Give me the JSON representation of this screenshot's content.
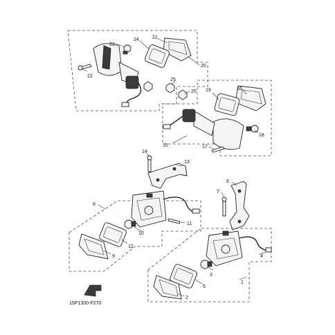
{
  "diagram": {
    "part_code": "15P1300-F270",
    "callouts": {
      "n1": "1",
      "n2": "2",
      "n3": "3",
      "n4": "4",
      "n5": "5",
      "n6": "6",
      "n7": "7",
      "n8": "8",
      "n9": "9",
      "n10": "10",
      "n11": "11",
      "n12": "12",
      "n13": "13",
      "n14": "14",
      "n15": "15",
      "n16": "16",
      "n17": "17",
      "n18": "18",
      "n19": "19",
      "n20": "20",
      "n21": "21",
      "n22": "22",
      "n23": "23",
      "n24": "24",
      "n25a": "25",
      "n25b": "25"
    }
  }
}
